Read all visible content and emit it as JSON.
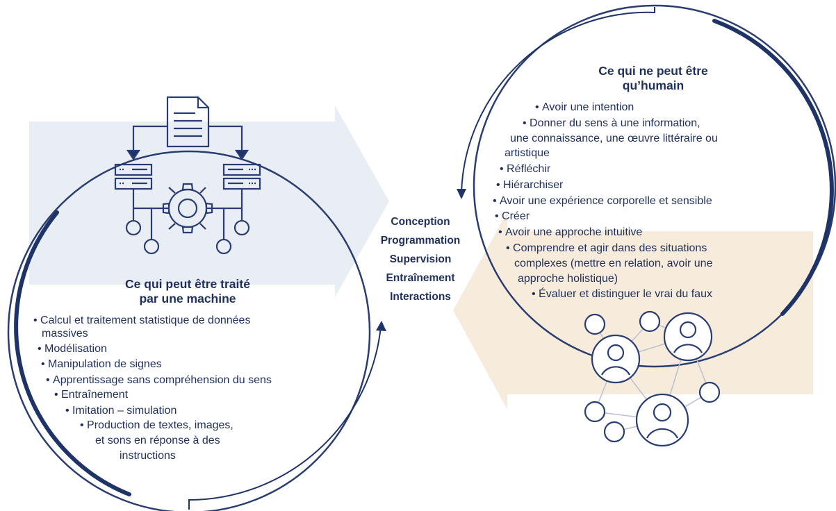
{
  "colors": {
    "navy": "#1f3466",
    "left_arrow_fill": "#e9edf4",
    "right_arrow_fill": "#f7ecdb",
    "background": "#ffffff"
  },
  "left_section": {
    "title_line1": "Ce qui peut être traité",
    "title_line2": "par une machine",
    "items": [
      "Calcul et traitement statistique de données",
      "massives",
      "Modélisation",
      "Manipulation de signes",
      "Apprentissage sans compréhension du sens",
      "Entraînement",
      "Imitation – simulation",
      "Production de textes, images,",
      "et sons en réponse à des",
      "instructions"
    ],
    "icon": "document-server-gear-network-icon"
  },
  "middle_section": {
    "items": [
      "Conception",
      "Programmation",
      "Supervision",
      "Entraînement",
      "Interactions"
    ]
  },
  "right_section": {
    "title_line1": "Ce qui ne peut être",
    "title_line2": "qu’humain",
    "items": [
      "Avoir une intention",
      "Donner du sens à une information,",
      "une connaissance, une œuvre littéraire ou",
      "artistique",
      "Réfléchir",
      "Hiérarchiser",
      "Avoir une expérience corporelle et sensible",
      "Créer",
      "Avoir une approche intuitive",
      "Comprendre et agir dans des situations",
      "complexes (mettre en relation, avoir une",
      "approche holistique)",
      "Évaluer et distinguer le vrai du faux"
    ],
    "icon": "people-network-icon"
  }
}
